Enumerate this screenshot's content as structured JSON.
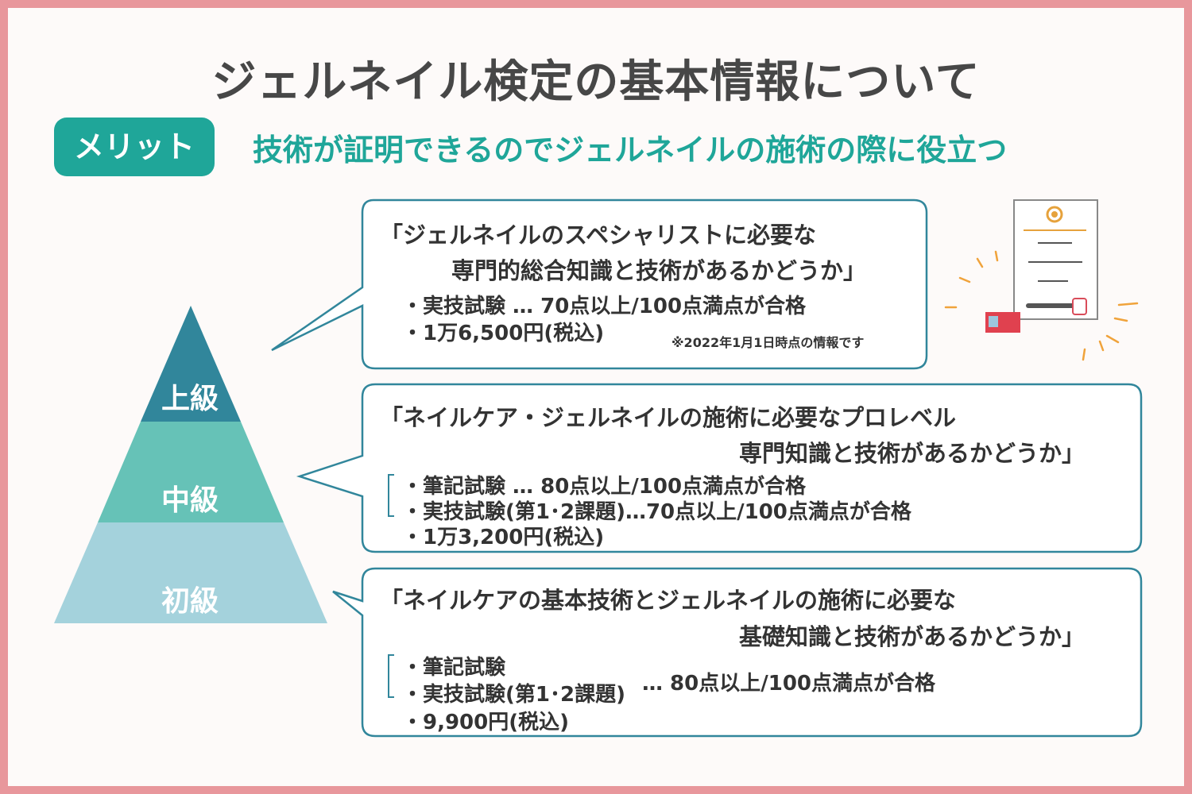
{
  "title": "ジェルネイル検定の基本情報について",
  "merit": {
    "badge": "メリット",
    "text": "技術が証明できるのでジェルネイルの施術の際に役立つ"
  },
  "levels": {
    "advanced": "上級",
    "intermediate": "中級",
    "beginner": "初級"
  },
  "advanced_box": {
    "quote_line1": "「ジェルネイルのスペシャリストに必要な",
    "quote_line2": "専門的総合知識と技術があるかどうか」",
    "bullet1": "・実技試験 … 70点以上/100点満点が合格",
    "bullet2": "・1万6,500円(税込)",
    "note": "※2022年1月1日時点の情報です"
  },
  "intermediate_box": {
    "quote_line1": "「ネイルケア・ジェルネイルの施術に必要なプロレベル",
    "quote_line2": "専門知識と技術があるかどうか」",
    "bullet1": "・筆記試験 … 80点以上/100点満点が合格",
    "bullet2": "・実技試験(第1･2課題)…70点以上/100点満点が合格",
    "bullet3": "・1万3,200円(税込)"
  },
  "beginner_box": {
    "quote_line1": "「ネイルケアの基本技術とジェルネイルの施術に必要な",
    "quote_line2": "基礎知識と技術があるかどうか」",
    "bullet1": "・筆記試験",
    "bullet2": "・実技試験(第1･2課題)",
    "pass_line": "… 80点以上/100点満点が合格",
    "bullet3": "・9,900円(税込)"
  },
  "colors": {
    "frame": "#e8979c",
    "accent": "#1fa699",
    "pyramid_top": "#31869b",
    "pyramid_mid": "#66c2b7",
    "pyramid_bottom": "#a4d2dc",
    "box_border": "#31869b"
  },
  "icon": "certificate-icon"
}
